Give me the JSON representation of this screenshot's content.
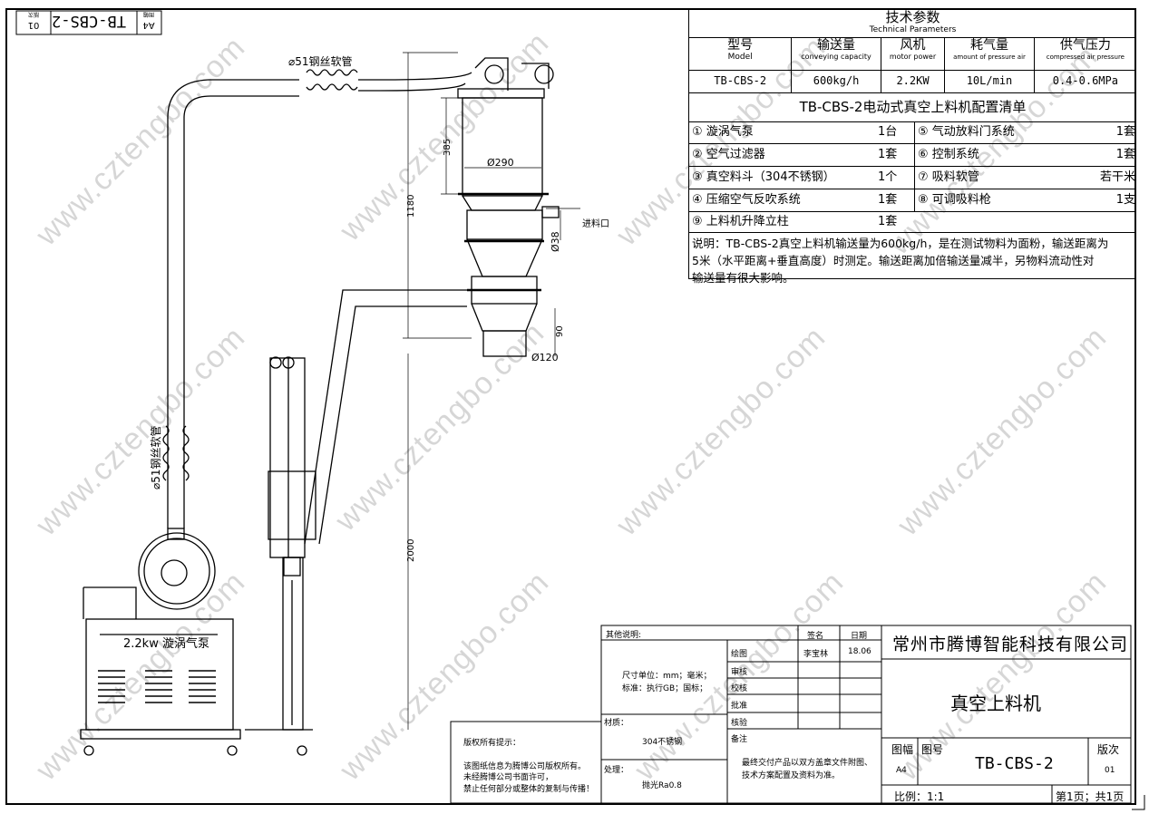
{
  "corner_tag": {
    "size": "A4",
    "code": "TB-CBS-2",
    "sheet": "01",
    "label_size": "图幅",
    "label_code": "图号",
    "label_version": "版次"
  },
  "drawing": {
    "hose_top_label": "⌀51钢丝软管",
    "hose_side_label": "⌀51钢丝软管",
    "pump_label": "2.2kw 漩涡气泵",
    "inlet_label": "进料口",
    "dim_385": "385",
    "dim_1180": "1180",
    "dim_2000": "2000",
    "dim_90": "90",
    "dim_d290": "Ø290",
    "dim_d38": "Ø38",
    "dim_d120": "Ø120"
  },
  "tech_params": {
    "title": "技术参数",
    "title_en": "Technical Parameters",
    "headers": [
      {
        "zh": "型号",
        "en": "Model"
      },
      {
        "zh": "输送量",
        "en": "conveying capacity"
      },
      {
        "zh": "风机",
        "en": "motor power"
      },
      {
        "zh": "耗气量",
        "en": "amount of pressure air"
      },
      {
        "zh": "供气压力",
        "en": "compressed air pressure"
      }
    ],
    "values": [
      "TB-CBS-2",
      "600kg/h",
      "2.2KW",
      "10L/min",
      "0.4-0.6MPa"
    ]
  },
  "config_list": {
    "title": "TB-CBS-2电动式真空上料机配置清单",
    "rows": [
      {
        "l_name": "① 漩涡气泵",
        "l_qty": "1台",
        "r_name": "⑤ 气动放料门系统",
        "r_qty": "1套"
      },
      {
        "l_name": "② 空气过滤器",
        "l_qty": "1套",
        "r_name": "⑥ 控制系统",
        "r_qty": "1套"
      },
      {
        "l_name": "③ 真空料斗（304不锈钢）",
        "l_qty": "1个",
        "r_name": "⑦ 吸料软管",
        "r_qty": "若干米"
      },
      {
        "l_name": "④ 压缩空气反吹系统",
        "l_qty": "1套",
        "r_name": "⑧ 可调吸料枪",
        "r_qty": "1支"
      },
      {
        "l_name": "⑨ 上料机升降立柱",
        "l_qty": "1套",
        "r_name": "",
        "r_qty": ""
      }
    ],
    "note_lines": [
      "说明：TB-CBS-2真空上料机输送量为600kg/h，是在测试物料为面粉，输送距离为",
      "5米（水平距离+垂直高度）时测定。输送距离加倍输送量减半，另物料流动性对",
      "输送量有很大影响。"
    ]
  },
  "title_block": {
    "other_notes_label": "其他说明:",
    "unit_line": "尺寸单位：mm；毫米；",
    "standard_line": "标准：执行GB；国标；",
    "material_label": "材质：",
    "material_value": "304不锈钢",
    "process_label": "处理：",
    "process_value": "抛光Ra0.8",
    "copyright_title": "版权所有提示：",
    "copyright_lines": [
      "该图纸信息为腾博公司版权所有。",
      "未经腾博公司书面许可，",
      "禁止任何部分或整体的复制与传播！"
    ],
    "sign_header": "签名",
    "date_header": "日期",
    "rows": [
      "绘图",
      "审核",
      "校核",
      "批准",
      "核验"
    ],
    "drafter": "李宝林",
    "draw_date": "18.06",
    "remark_label": "备注",
    "remark_lines": [
      "最终交付产品以双方盖章文件附图、",
      "技术方案配置及资料为准。"
    ],
    "company": "常州市腾博智能科技有限公司",
    "product": "真空上料机",
    "sheet_size": "A4",
    "drawing_no": "TB-CBS-2",
    "version": "01",
    "scale_label": "比例：1:1",
    "page_label": "第1页；共1页"
  },
  "watermark": "www.cztengbo.com"
}
